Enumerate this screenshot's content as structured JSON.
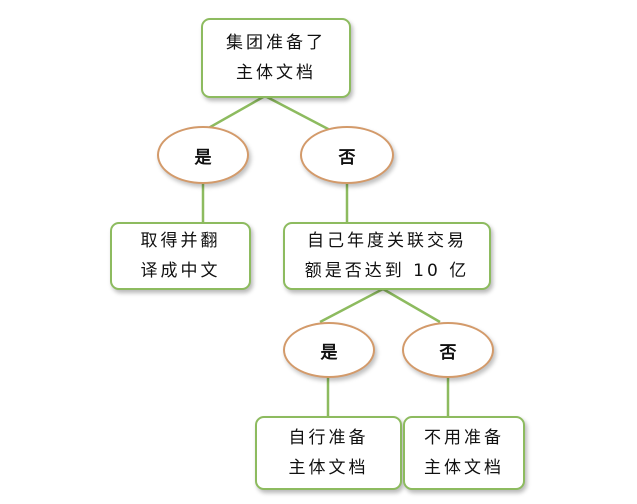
{
  "diagram": {
    "root": {
      "line1": "集团准备了",
      "line2": "主体文档"
    },
    "branch_yes_1": "是",
    "branch_no_1": "否",
    "leaf_translate": {
      "line1": "取得并翻",
      "line2": "译成中文"
    },
    "question_volume": {
      "line1": "自己年度关联交易",
      "line2": "额是否达到 10 亿"
    },
    "branch_yes_2": "是",
    "branch_no_2": "否",
    "leaf_self_prepare": {
      "line1": "自行准备",
      "line2": "主体文档"
    },
    "leaf_no_prepare": {
      "line1": "不用准备",
      "line2": "主体文档"
    }
  },
  "colors": {
    "box_border": "#8dbb5f",
    "oval_border": "#d39a6a",
    "connector": "#8dbb5f"
  }
}
